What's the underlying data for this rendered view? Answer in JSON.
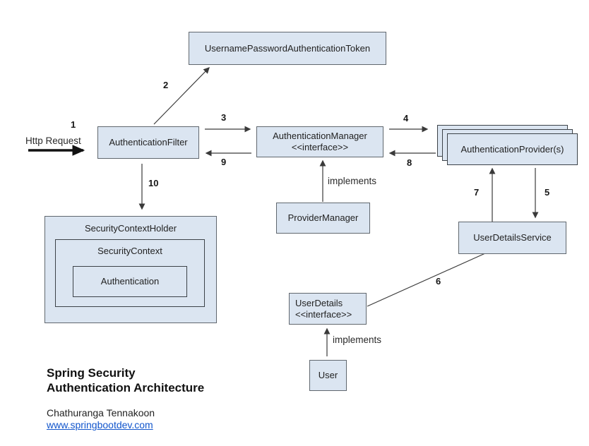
{
  "d": {
    "nodes": {
      "token": "UsernamePasswordAuthenticationToken",
      "filter": "AuthenticationFilter",
      "manager_line1": "AuthenticationManager",
      "manager_line2": "<<interface>>",
      "providers": "AuthenticationProvider(s)",
      "provider_manager": "ProviderManager",
      "user_details_service": "UserDetailsService",
      "user_details_line1": "UserDetails",
      "user_details_line2": "<<interface>>",
      "user": "User",
      "security_context_holder": "SecurityContextHolder",
      "security_context": "SecurityContext",
      "authentication": "Authentication"
    },
    "steps": [
      "1",
      "2",
      "3",
      "4",
      "5",
      "6",
      "7",
      "8",
      "9",
      "10"
    ],
    "labels": {
      "http_request": "Http Request",
      "implements_manager": "implements",
      "implements_userdetails": "implements"
    },
    "caption": {
      "title_line1": "Spring Security",
      "title_line2": "Authentication Architecture",
      "author": "Chathuranga Tennakoon",
      "website": "www.springbootdev.com"
    },
    "colors": {
      "box_fill": "#dbe5f1",
      "box_border": "#60676e",
      "line": "#3a3a3a",
      "link": "#1155cc"
    }
  }
}
